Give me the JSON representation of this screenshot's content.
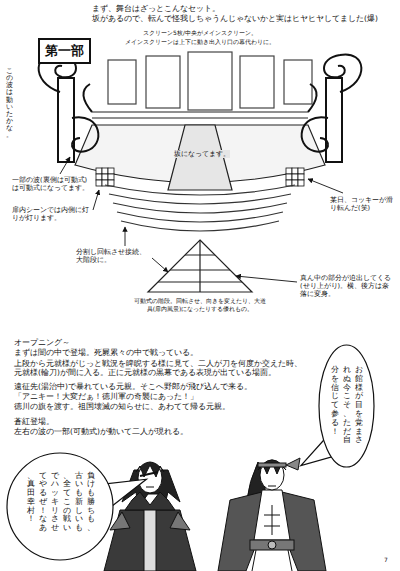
{
  "diagram": {
    "nodes": [
      {
        "text": [
          "第一部"
        ]
      },
      {
        "text": [
          "お館様が目を覚まされぬ今こそ、ただ自分を信じて参る！"
        ]
      },
      {
        "text": [
          "負けも勝ちも、古いも新しいも、全てこの戦いでハッキリさせてやるぜ！なあ、真田幸村！"
        ]
      }
    ],
    "labels": [
      "まず、舞台はざっとこんなセット。",
      "坂があるので、転んで怪我しちゃうんじゃないかと実はヒヤヒヤしてました(爆)",
      "スクリーン5枚/中央がメインスクリーン。",
      "メインスクリーンは上下に動き出入り口の幕代わりに。",
      "この波は動いたかな。",
      "坂になってます。",
      "一部の波(裏側は可動式)は可動式になってます。",
      "扉内シーンでは内側に灯りが灯ります。",
      "分割し回転させ接続、大階段に。",
      "可動式の階段。回転させ、向きを変えたり、大道具(扉内風景)になったりする優れもの。",
      "真ん中の部分が迫出してくる(せり上がり)。横、後方は奈落に変身。",
      "某日、コッキーが滑り転んだ(笑)",
      "オープニング～",
      "まずは闇の中で登場。死屍累々の中で戦っている。",
      "上段から元就様がじっと戦況を睥睨する様に見て、二人が刀を何度か交えた時、元就様(輪刀)が間に入る。正に元就様の黒幕である表現が出ている場面。",
      "遠征先(湯治中)で暴れている元親。そこへ野郎が飛び込んで来る。",
      "「アニキー！大変だぁ！徳川軍の奇襲にあった！」",
      "徳川の旗を渡す。祖国壊滅の知らせに、あわてて帰る元親。",
      "蒼紅登場。",
      "左右の波の一部(可動式)が動いて二人が現れる。",
      "7"
    ]
  }
}
